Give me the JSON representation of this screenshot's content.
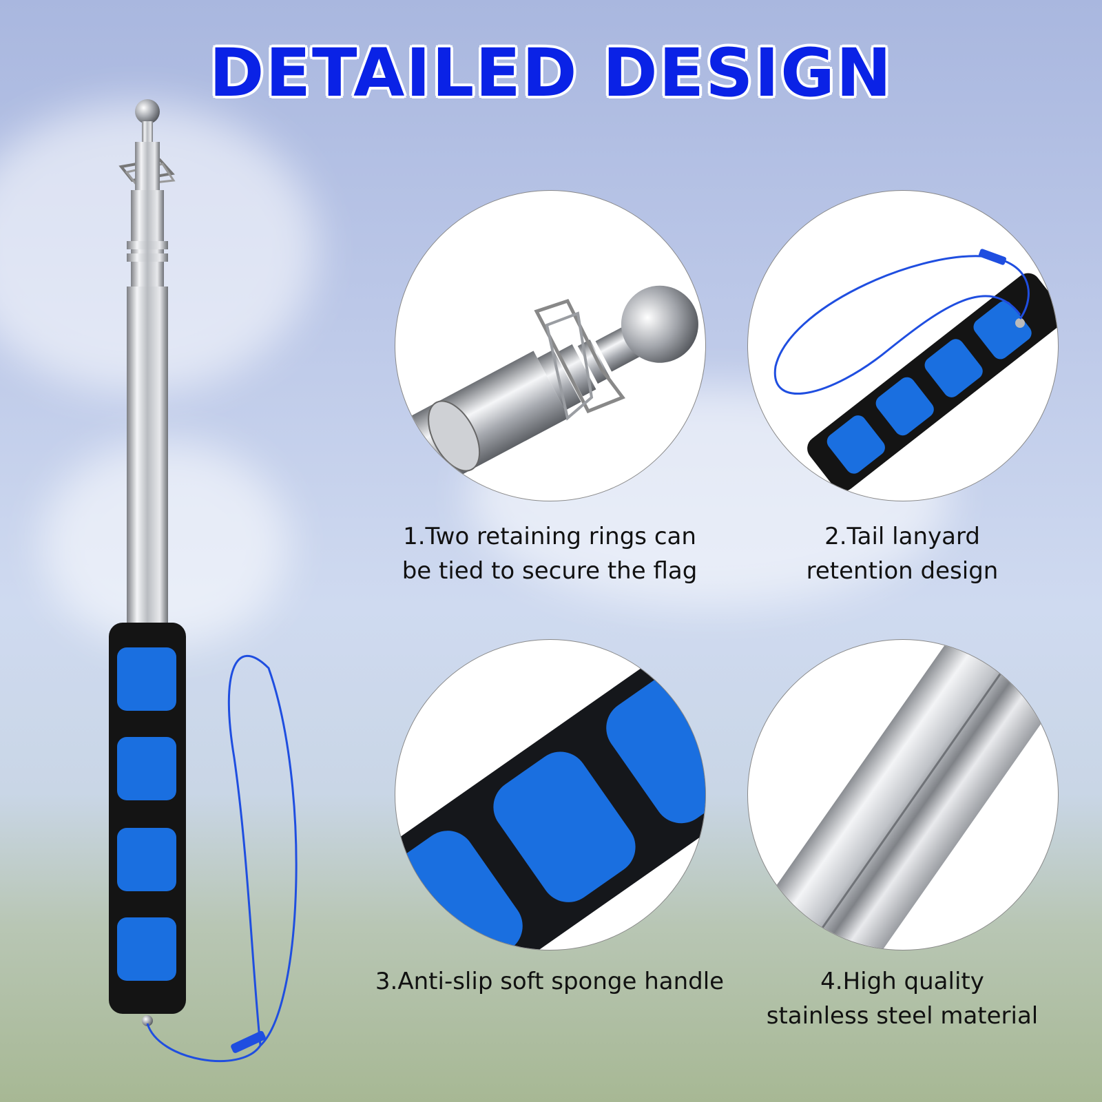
{
  "title": "DETAILED DESIGN",
  "accent_color": "#0a22e6",
  "features": [
    {
      "line1": "1.Two retaining rings can",
      "line2": "be tied to secure the flag",
      "icon": "ball-top-icon"
    },
    {
      "line1": "2.Tail lanyard",
      "line2": "retention design",
      "icon": "lanyard-icon"
    },
    {
      "line1": "3.Anti-slip soft sponge handle",
      "line2": "",
      "icon": "sponge-handle-icon"
    },
    {
      "line1": "4.High quality",
      "line2": "stainless steel material",
      "icon": "steel-tube-icon"
    }
  ]
}
